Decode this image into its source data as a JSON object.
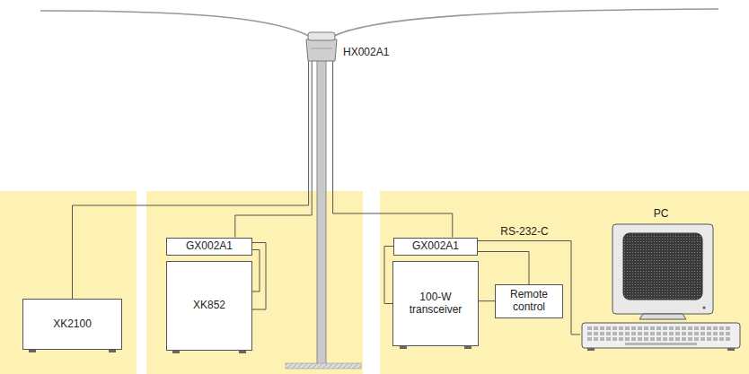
{
  "diagram": {
    "nodes": [
      {
        "text": [
          "HX002A1"
        ]
      },
      {
        "text": [
          "XK2100"
        ]
      },
      {
        "text": [
          "GX002A1"
        ]
      },
      {
        "text": [
          "XK852"
        ]
      },
      {
        "text": [
          "GX002A1"
        ]
      },
      {
        "text": [
          "100-W transceiver"
        ]
      },
      {
        "text": [
          "Remote control"
        ]
      },
      {
        "text": [
          "PC"
        ]
      }
    ],
    "edges": [
      {
        "from": 0,
        "to": 1,
        "arrow": "none"
      },
      {
        "from": 0,
        "to": 2,
        "arrow": "none"
      },
      {
        "from": 0,
        "to": 4,
        "arrow": "none"
      },
      {
        "from": 2,
        "to": 3,
        "arrow": "none"
      },
      {
        "from": 2,
        "to": 3,
        "arrow": "none"
      },
      {
        "from": 4,
        "to": 5,
        "arrow": "none"
      },
      {
        "from": 4,
        "to": 6,
        "arrow": "none"
      },
      {
        "from": 4,
        "to": 7,
        "label": "RS-232-C",
        "arrow": "none"
      },
      {
        "from": 5,
        "to": 6,
        "arrow": "none"
      }
    ]
  }
}
